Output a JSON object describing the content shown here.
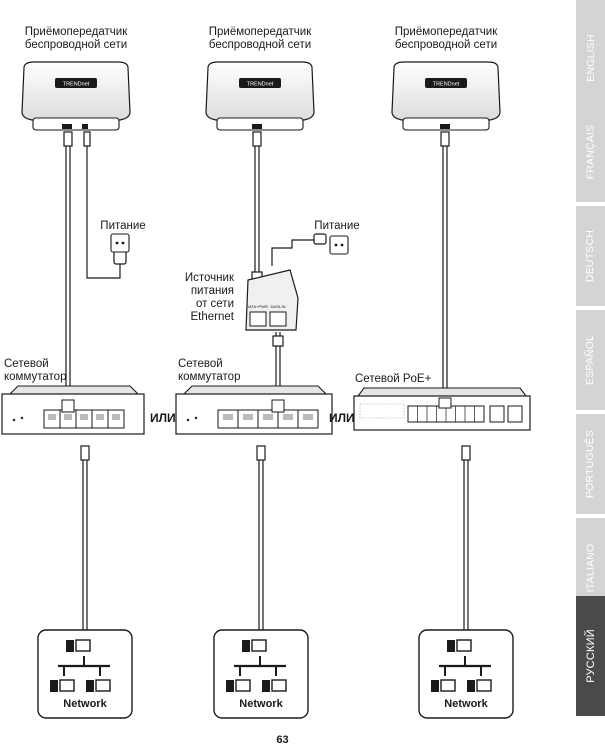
{
  "captions": {
    "ap1": "Приёмопередатчик\nбеспроводной сети",
    "ap2": "Приёмопередатчик\nбеспроводной сети",
    "ap3": "Приёмопередатчик\nбеспроводной сети",
    "power1": "Питание",
    "power2": "Питание",
    "injector": "Источник\nпитания\nот сети\nEthernet",
    "switch1": "Сетевой\nкоммутатор",
    "switch2": "Сетевой\nкоммутатор",
    "switch3": "Сетевой PoE+",
    "or1": "ИЛИ",
    "or2": "ИЛИ",
    "network1": "Network",
    "network2": "Network",
    "network3": "Network",
    "device_brand": "TRENDnet",
    "injector_port_in": "DATA IN",
    "injector_port_out": "DATA+PWR"
  },
  "page_number": "63",
  "language_tabs": [
    {
      "label": "ENGLISH",
      "active": false
    },
    {
      "label": "FRANÇAIS",
      "active": false
    },
    {
      "label": "DEUTSCH",
      "active": false
    },
    {
      "label": "ESPAÑOL",
      "active": false
    },
    {
      "label": "PORTUGUÊS",
      "active": false
    },
    {
      "label": "ITALIANO",
      "active": false
    },
    {
      "label": "РУССКИЙ",
      "active": true
    }
  ],
  "colors": {
    "line": "#1a1a1a",
    "tab_inactive": "#d4d4d4",
    "tab_active": "#4a4a4a"
  }
}
